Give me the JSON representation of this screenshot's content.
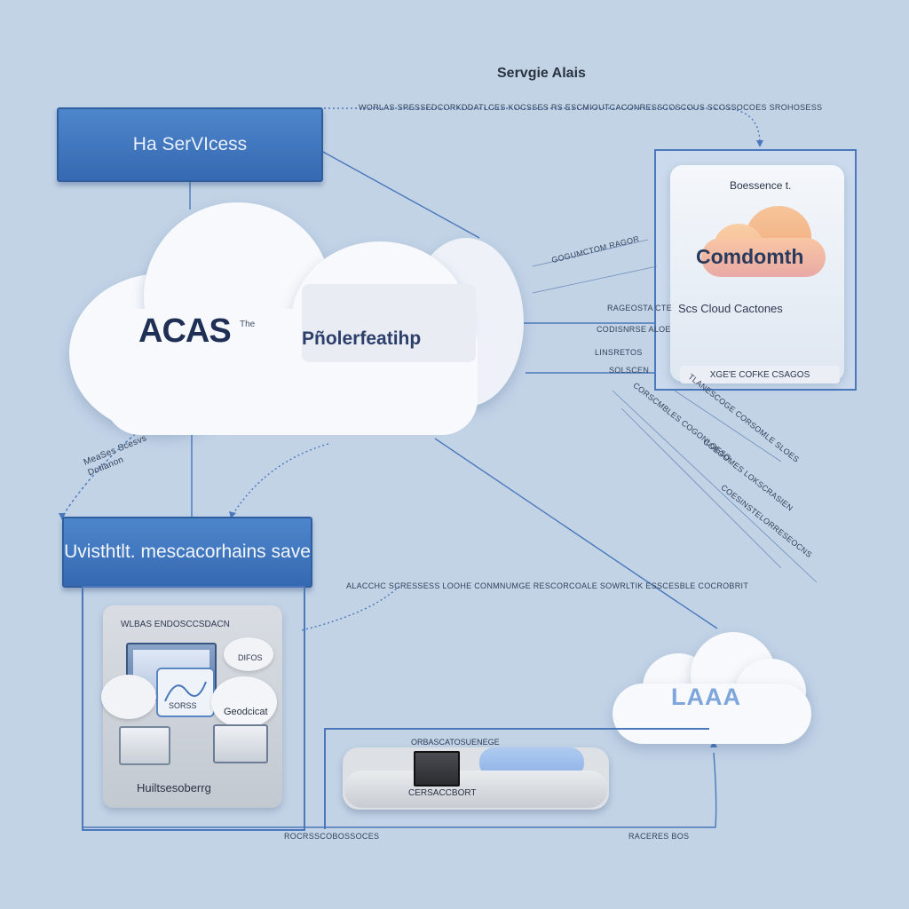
{
  "diagram": {
    "title": "Servgie Alais",
    "top_caption": "WORLAS SRESSEDCORKDDATLCES KOCSSES RS ESCMIOUTCACONRESSCOSCOUS SCOSSOCOES SROHOSESS",
    "hs_banner": "Ha SerVIcess",
    "main_cloud": {
      "word_a": "ACAS",
      "word_a_sup": "The",
      "word_b": "Pñolerfeatihp"
    },
    "right_panel": {
      "title": "Boessence t.",
      "cloud_label": "Comdomth",
      "sub_label": "Scs  Cloud   Cactones",
      "footer": "XGE'E COFKE CSAGOS"
    },
    "left_small_labels": [
      "MeaSes Scesvs",
      "Dotlanon"
    ],
    "right_small_labels": [
      "GOGUMCTOM RAGOR",
      "RAGEOSTA CTE",
      "CODISNRSE ALOE",
      "LINSRETOS",
      "SOLSCEN"
    ],
    "diag_labels": [
      "CORSCMBLES COGONLOESO",
      "TLANESCOGE CORSOMLE SLOES",
      "COEGOMES LOKSCRASIEN",
      "COESINSTELORRESEOCNS"
    ],
    "vis_banner": "Uvisthtlt. mescacorhains save",
    "mid_caption": "ALACCHC SCRESSESS LOOHE CONMNUMGE RESCORCOALE SOWRLTIK ESSCESBLE COCROBRIT",
    "bottom_left_card": {
      "title": "WLBAS ENDOSCCSDACN",
      "cloud_label_1": "DIFOS",
      "cloud_label_2": "SORSS",
      "cloud_label_3": "Geodcicat",
      "footer": "Huiltsesoberrg"
    },
    "bottom_center": {
      "top_label": "ORBASCATOSUENEGE",
      "monitor_label": "CERSACCBORT"
    },
    "laaa_cloud": "LAAA",
    "bottom_captions": [
      "ROCRSSCOBOSSOCES",
      "RACERES BOS"
    ],
    "colors": {
      "background": "#c2d3e6",
      "banner_blue": "#3f77c1",
      "wire_blue": "#4a78bb",
      "cloud_white": "#f7f9fc",
      "cloud_orange": "#f3b986",
      "laaa_text": "#7ea6db"
    }
  }
}
